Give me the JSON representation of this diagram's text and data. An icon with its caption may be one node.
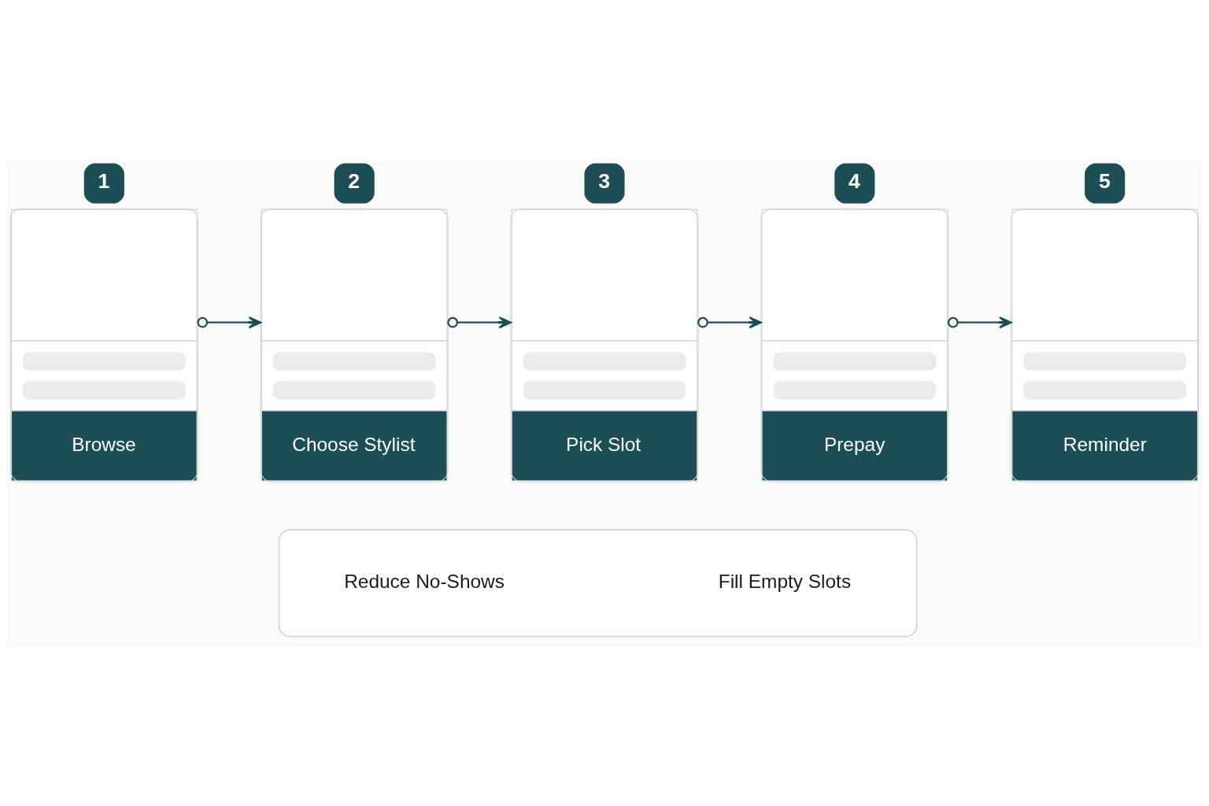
{
  "diagram": {
    "nodes": [
      {
        "text": [
          "1",
          "Browse"
        ]
      },
      {
        "text": [
          "2",
          "Choose Stylist"
        ]
      },
      {
        "text": [
          "3",
          "Pick Slot"
        ]
      },
      {
        "text": [
          "4",
          "Prepay"
        ]
      },
      {
        "text": [
          "5",
          "Reminder"
        ]
      },
      {
        "text": [],
        "shape": "box"
      },
      {
        "text": [
          "Reduce No-Shows"
        ],
        "in": 5
      },
      {
        "text": [
          "Fill Empty Slots"
        ],
        "in": 5
      }
    ],
    "edges": [
      {
        "from": 0,
        "to": 1,
        "arrow": "to"
      },
      {
        "from": 1,
        "to": 2,
        "arrow": "to"
      },
      {
        "from": 2,
        "to": 3,
        "arrow": "to"
      },
      {
        "from": 3,
        "to": 4,
        "arrow": "to"
      }
    ]
  }
}
